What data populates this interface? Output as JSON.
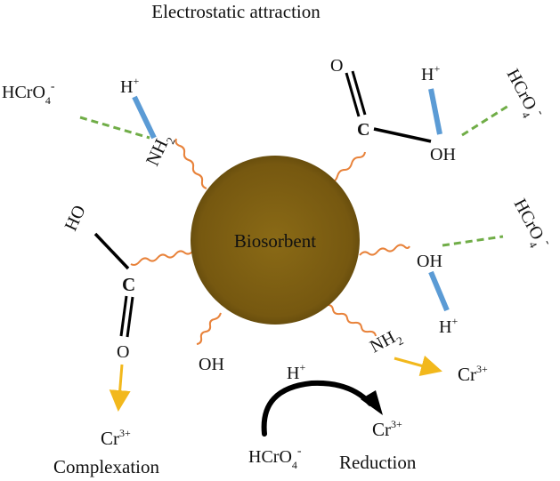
{
  "title": "Electrostatic attraction",
  "center_label": "Biosorbent",
  "labels": {
    "h_plus": "H",
    "plus": "+",
    "nh": "NH",
    "sub2": "2",
    "hcro": "HCrO",
    "sub4": "4",
    "minus": "-",
    "o": "O",
    "c": "C",
    "oh": "OH",
    "ho": "HO",
    "cr": "Cr",
    "sup3": "3+",
    "complexation": "Complexation",
    "reduction": "Reduction"
  },
  "colors": {
    "sphere": "#7a5c12",
    "wavy_link": "#e8823a",
    "hydrogen_bond": "#5b9bd5",
    "electrostatic": "#70ad47",
    "arrow_gold": "#f2b81c",
    "bond": "#000000"
  }
}
